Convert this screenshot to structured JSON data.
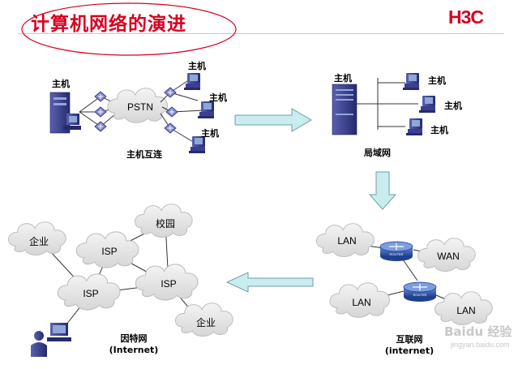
{
  "header": {
    "title": "计算机网络的演进",
    "logo": "H3C"
  },
  "panel_host": {
    "host_label": "主机",
    "pstn_label": "PSTN",
    "terminal_labels": [
      "主机",
      "主机",
      "主机"
    ],
    "caption": "主机互连"
  },
  "panel_lan": {
    "host_label": "主机",
    "terminal_labels": [
      "主机",
      "主机",
      "主机"
    ],
    "caption": "局域网"
  },
  "panel_interconnect": {
    "clouds": [
      "LAN",
      "WAN",
      "LAN",
      "LAN"
    ],
    "router_label": "ROUTER",
    "caption_line1": "互联网",
    "caption_line2": "(internet)"
  },
  "panel_internet": {
    "clouds": [
      "企业",
      "ISP",
      "校园",
      "ISP",
      "ISP",
      "企业"
    ],
    "caption_line1": "因特网",
    "caption_line2": "(Internet)"
  },
  "watermark": {
    "text": "Baidu 经验",
    "sub": "jingyan.baidu.com"
  },
  "colors": {
    "title": "#d8001f",
    "arrow": "#c9ecef",
    "cloud": "#e8e8e8",
    "device": "#3a3f8f",
    "highlight_ellipse": "#d8001f"
  }
}
